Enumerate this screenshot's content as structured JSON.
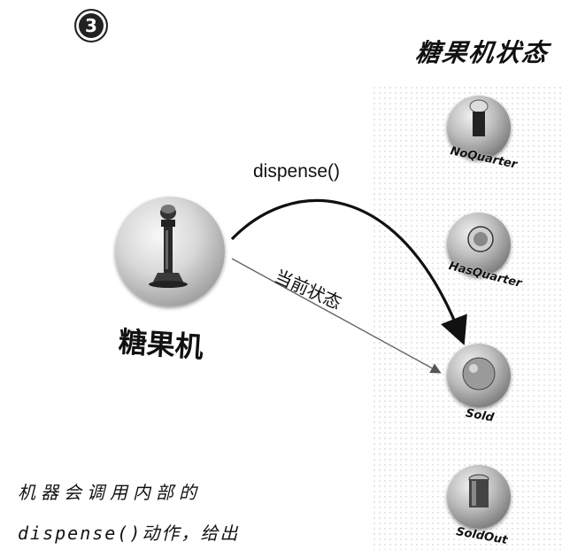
{
  "step": "3",
  "panel": {
    "title": "糖果机状态"
  },
  "machine": {
    "label": "糖果机"
  },
  "transitions": {
    "action_label": "dispense()",
    "current_label": "当前状态"
  },
  "states": [
    {
      "label": "NoQuarter"
    },
    {
      "label": "HasQuarter"
    },
    {
      "label": "Sold"
    },
    {
      "label": "SoldOut"
    }
  ],
  "caption": {
    "line1": "机器会调用内部的",
    "line2": "dispense()动作，给出"
  }
}
